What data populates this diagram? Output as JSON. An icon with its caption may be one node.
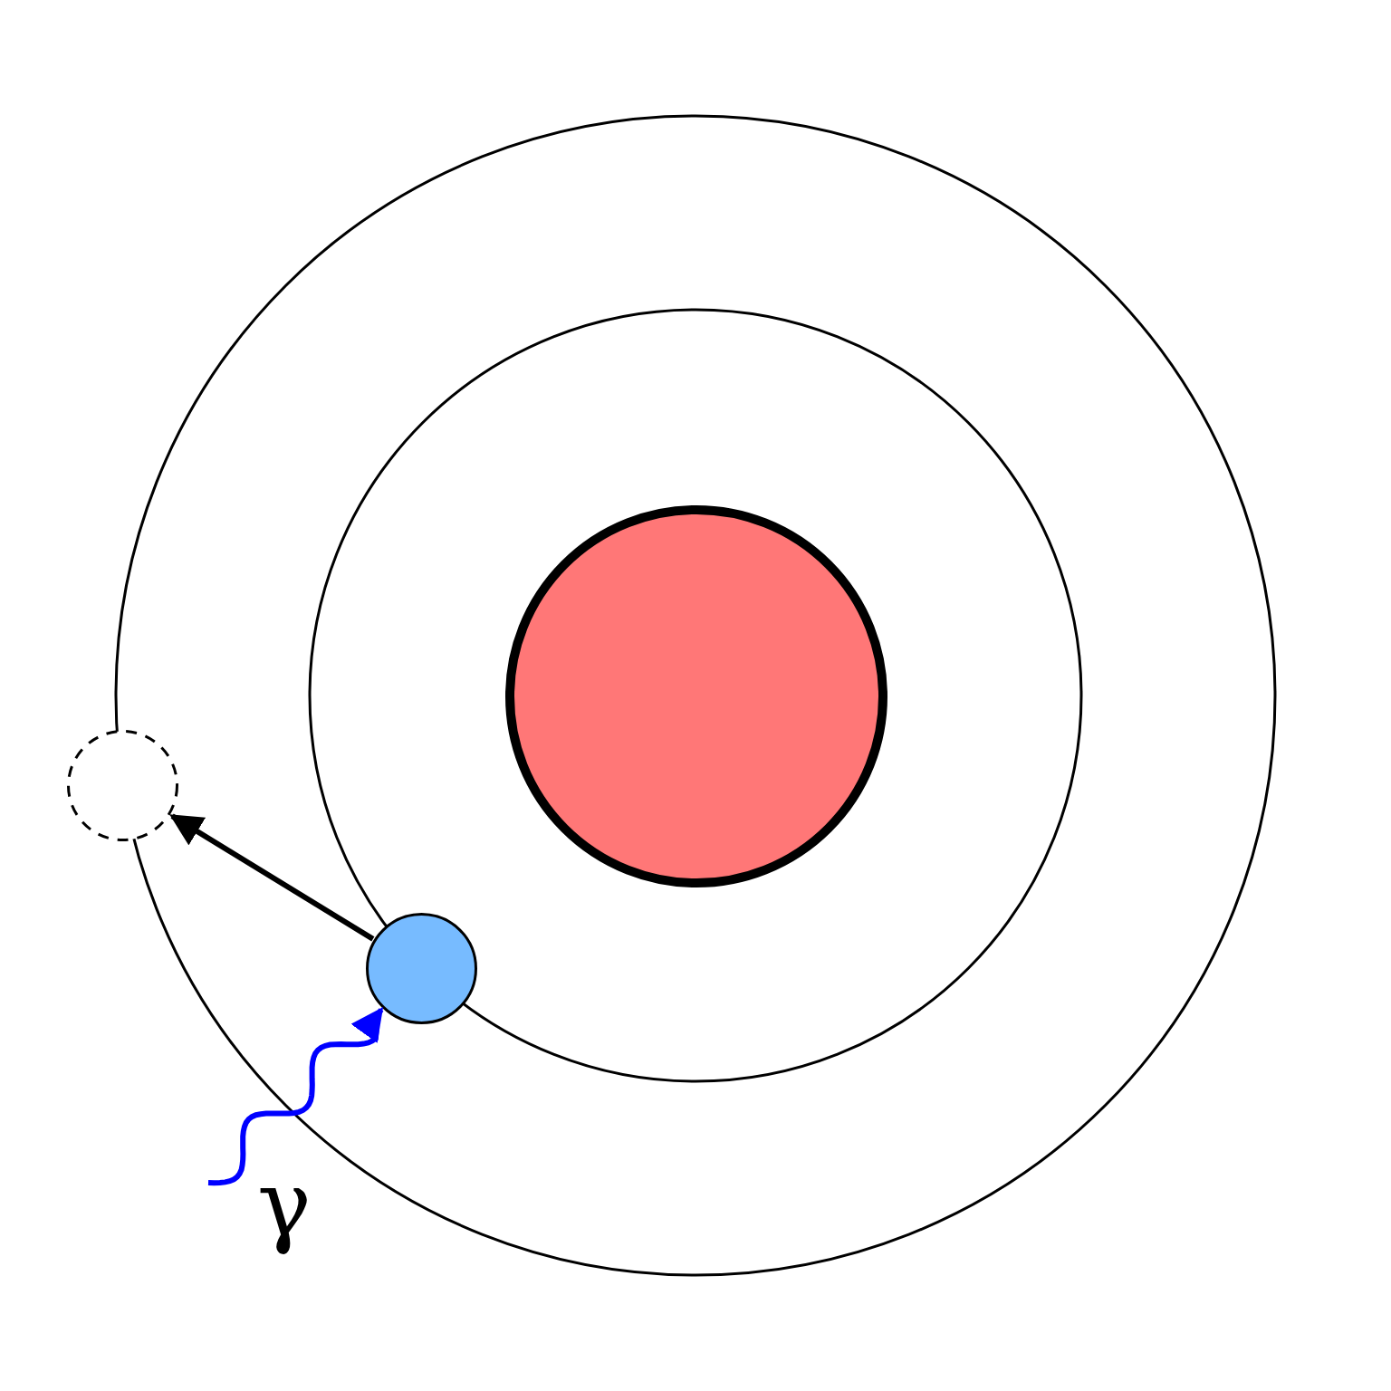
{
  "diagram": {
    "nodes": [
      {
        "text": [],
        "shape": "circle"
      },
      {
        "text": [],
        "shape": "circle"
      },
      {
        "text": [],
        "shape": "circle"
      }
    ],
    "edges": [
      {
        "from": 1,
        "to": 2,
        "arrow": "to"
      },
      {
        "from": null,
        "to": 1,
        "arrow": "to",
        "label": "γ",
        "color": "#0000ff"
      }
    ]
  }
}
